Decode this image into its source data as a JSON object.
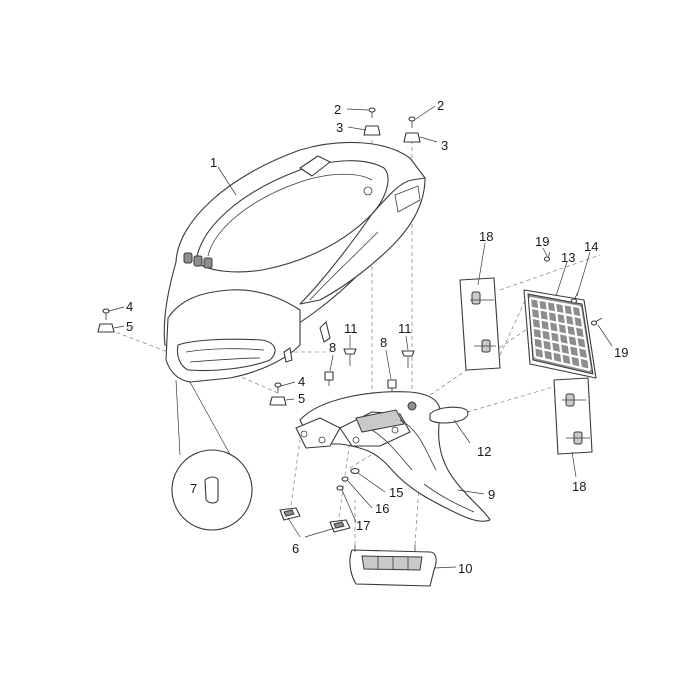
{
  "callouts": [
    {
      "id": "c1",
      "text": "1"
    },
    {
      "id": "c2a",
      "text": "2"
    },
    {
      "id": "c2b",
      "text": "2"
    },
    {
      "id": "c3a",
      "text": "3"
    },
    {
      "id": "c3b",
      "text": "3"
    },
    {
      "id": "c4a",
      "text": "4"
    },
    {
      "id": "c4b",
      "text": "4"
    },
    {
      "id": "c5a",
      "text": "5"
    },
    {
      "id": "c5b",
      "text": "5"
    },
    {
      "id": "c6",
      "text": "6"
    },
    {
      "id": "c7",
      "text": "7"
    },
    {
      "id": "c8a",
      "text": "8"
    },
    {
      "id": "c8b",
      "text": "8"
    },
    {
      "id": "c9",
      "text": "9"
    },
    {
      "id": "c10",
      "text": "10"
    },
    {
      "id": "c11a",
      "text": "11"
    },
    {
      "id": "c11b",
      "text": "11"
    },
    {
      "id": "c12",
      "text": "12"
    },
    {
      "id": "c13",
      "text": "13"
    },
    {
      "id": "c14",
      "text": "14"
    },
    {
      "id": "c15",
      "text": "15"
    },
    {
      "id": "c16",
      "text": "16"
    },
    {
      "id": "c17",
      "text": "17"
    },
    {
      "id": "c18a",
      "text": "18"
    },
    {
      "id": "c18b",
      "text": "18"
    },
    {
      "id": "c19a",
      "text": "19"
    },
    {
      "id": "c19b",
      "text": "19"
    }
  ],
  "colors": {
    "line": "#3a3a3a",
    "fill": "#ffffff",
    "shade": "#c9c9c9",
    "dark_shade": "#8d8d8d",
    "label": "#1a1a1a"
  }
}
